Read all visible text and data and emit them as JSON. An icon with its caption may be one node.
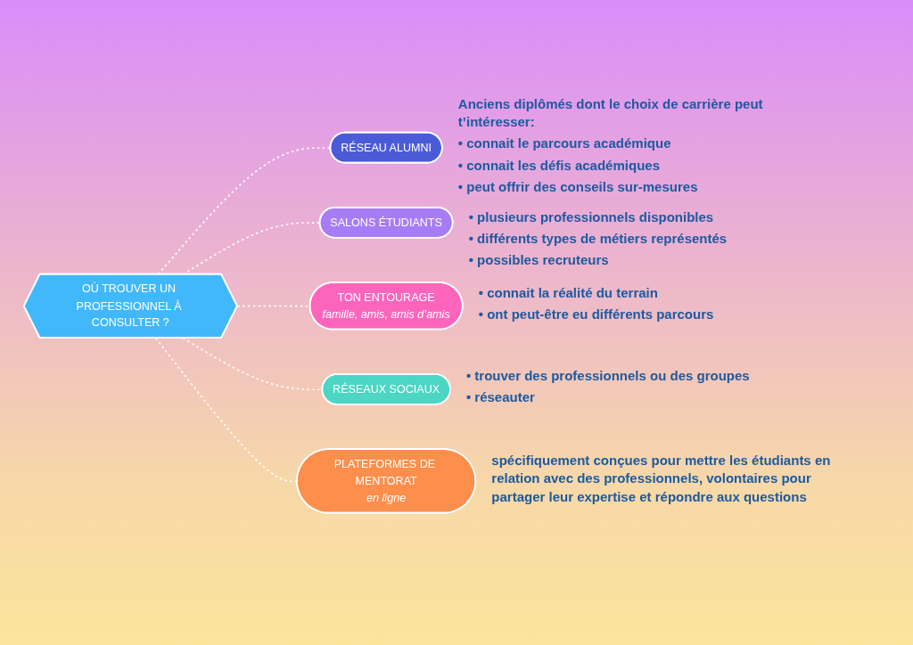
{
  "diagram": {
    "nodes": [
      {
        "text": [
          "OÙ TROUVER UN PROFESSIONNEL À CONSULTER ?"
        ]
      },
      {
        "text": [
          "RÉSEAU ALUMNI"
        ],
        "beside": [
          "Anciens diplômés dont le choix de carrière peut t’intéresser:",
          "• connait le parcours académique",
          "• connait les défis académiques",
          "• peut offrir des conseils sur-mesures"
        ]
      },
      {
        "text": [
          "SALONS ÉTUDIANTS"
        ],
        "beside": [
          "• plusieurs professionnels disponibles",
          "• différents types de métiers représentés",
          "• possibles recruteurs"
        ]
      },
      {
        "text": [
          "TON ENTOURAGE",
          "famille, amis, amis d’amis"
        ],
        "beside": [
          "• connait la réalité du terrain",
          "• ont peut-être eu différents parcours"
        ]
      },
      {
        "text": [
          "RÉSEAUX SOCIAUX"
        ],
        "beside": [
          "• trouver des professionnels ou des groupes",
          "• réseauter"
        ]
      },
      {
        "text": [
          "PLATEFORMES DE MENTORAT",
          "en ligne"
        ],
        "beside": [
          "spécifiquement conçues pour mettre les étudiants en relation avec des professionnels, volontaires pour partager leur expertise et répondre aux questions"
        ]
      }
    ],
    "edges": [
      {
        "from": 0,
        "to": 1,
        "arrow": "none",
        "style": "dashed"
      },
      {
        "from": 0,
        "to": 2,
        "arrow": "none",
        "style": "dashed"
      },
      {
        "from": 0,
        "to": 3,
        "arrow": "none",
        "style": "dashed"
      },
      {
        "from": 0,
        "to": 4,
        "arrow": "none",
        "style": "dashed"
      },
      {
        "from": 0,
        "to": 5,
        "arrow": "none",
        "style": "dashed"
      }
    ]
  }
}
